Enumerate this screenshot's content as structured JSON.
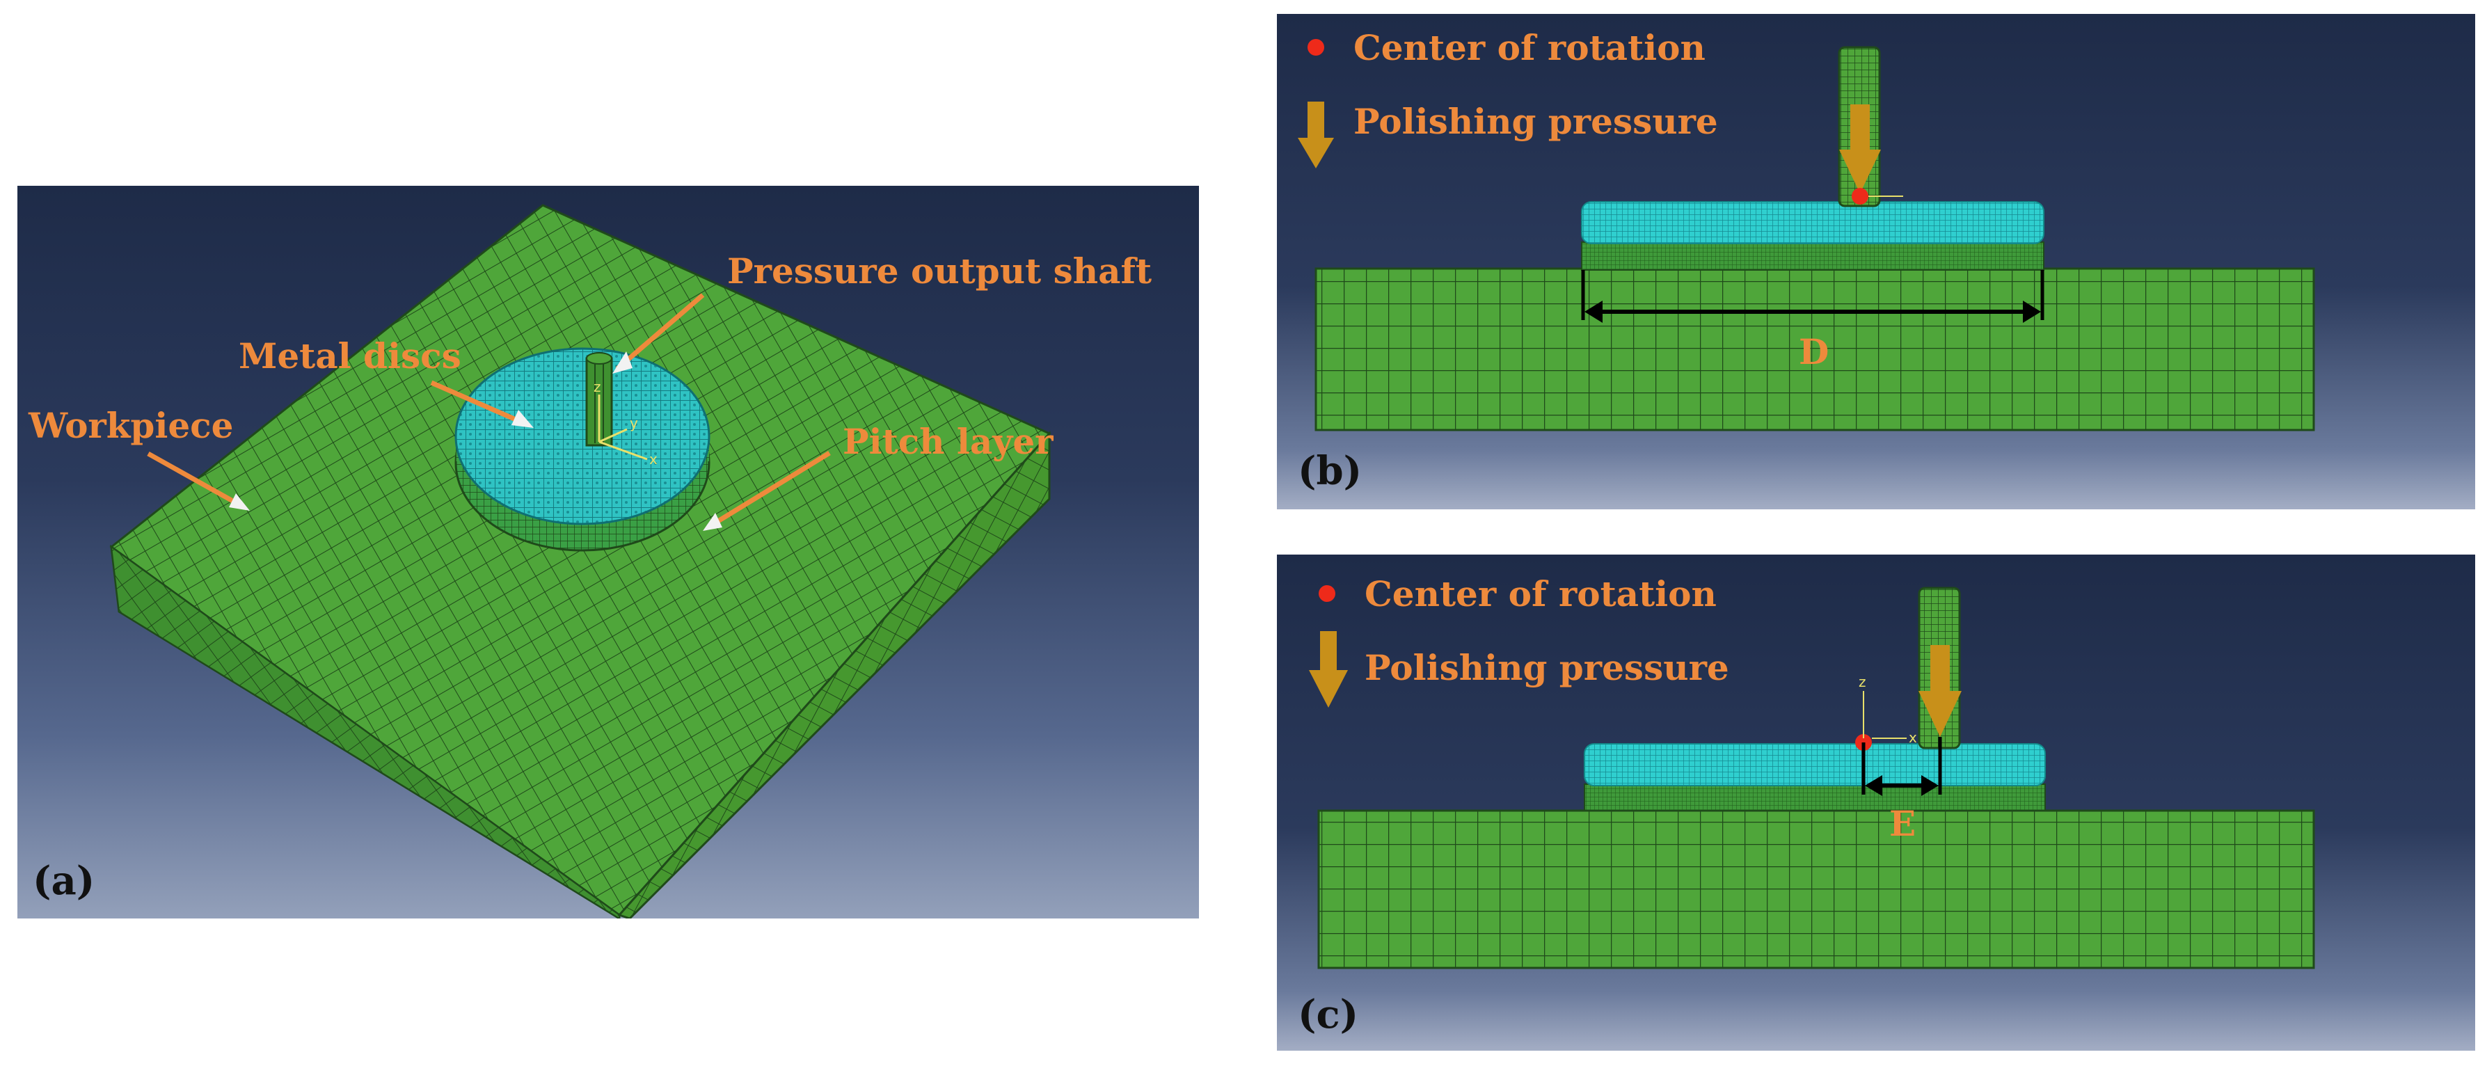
{
  "panel_a": {
    "tag": "(a)",
    "labels": {
      "pressure_output_shaft": "Pressure output shaft",
      "metal_discs": "Metal discs",
      "workpiece": "Workpiece",
      "pitch_layer": "Pitch layer"
    },
    "axis": {
      "x": "x",
      "y": "y",
      "z": "z"
    }
  },
  "panel_b": {
    "tag": "(b)",
    "legend": {
      "center_of_rotation": "Center of rotation",
      "polishing_pressure": "Polishing pressure"
    },
    "dimension": "D"
  },
  "panel_c": {
    "tag": "(c)",
    "legend": {
      "center_of_rotation": "Center of rotation",
      "polishing_pressure": "Polishing pressure"
    },
    "dimension": "E",
    "axis": {
      "x": "x",
      "z": "z"
    }
  },
  "colors": {
    "label_orange": "#ee8a3c",
    "mesh_green": "#4fa63a",
    "mesh_line": "#1f4a1a",
    "disc_cyan": "#2ec8c8",
    "center_red": "#ee2a1a",
    "pressure_arrow": "#c8901a"
  }
}
